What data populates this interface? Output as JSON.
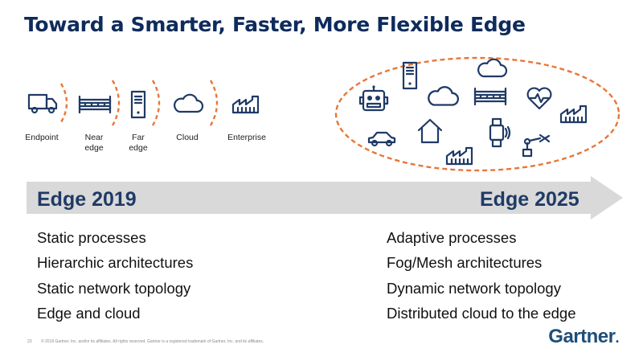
{
  "title": "Toward a Smarter, Faster, More Flexible Edge",
  "tiers": [
    {
      "label": "Endpoint",
      "icon": "truck-icon"
    },
    {
      "label": "Near\nedge",
      "icon": "server-rack-icon"
    },
    {
      "label": "Far\nedge",
      "icon": "tower-server-icon"
    },
    {
      "label": "Cloud",
      "icon": "cloud-icon"
    },
    {
      "label": "Enterprise",
      "icon": "factory-icon"
    }
  ],
  "cluster_icons": [
    "robot-icon",
    "tower-server-icon",
    "cloud-icon",
    "cloud-icon",
    "server-rack-icon",
    "heart-monitor-icon",
    "factory-icon",
    "car-icon",
    "house-icon",
    "smartwatch-icon",
    "factory-icon",
    "robot-arm-icon"
  ],
  "timeline": {
    "start": "Edge 2019",
    "end": "Edge 2025"
  },
  "left_list": [
    "Static processes",
    "Hierarchic architectures",
    "Static network topology",
    "Edge and cloud"
  ],
  "right_list": [
    "Adaptive processes",
    "Fog/Mesh architectures",
    "Dynamic network topology",
    "Distributed cloud to the edge"
  ],
  "footer": {
    "page": "23",
    "copyright": "© 2019 Gartner, Inc. and/or its affiliates. All rights reserved. Gartner is a registered trademark of Gartner, Inc. and its affiliates."
  },
  "brand": {
    "name": "Gartner",
    "dot": "."
  },
  "colors": {
    "title": "#0e2b5c",
    "icon": "#1f3a66",
    "accent_dash": "#e8763a",
    "arrow": "#d9d9d9",
    "brand": "#1f4e79"
  }
}
